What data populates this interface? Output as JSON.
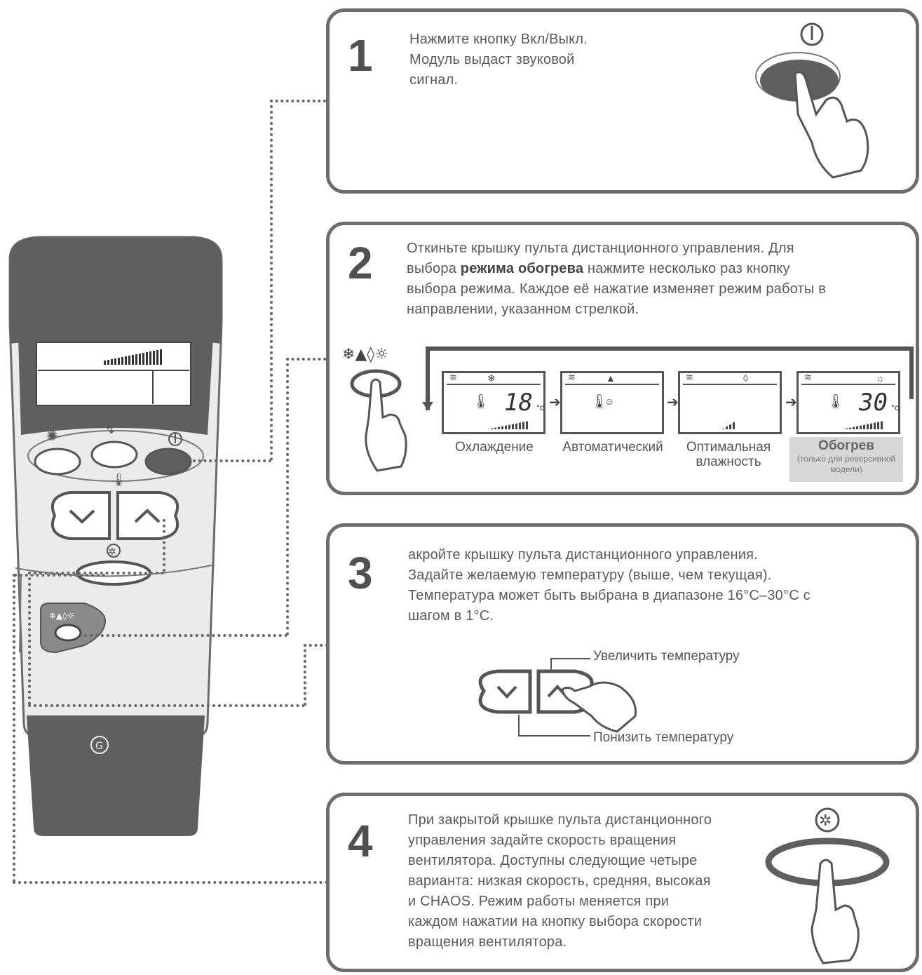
{
  "steps": [
    {
      "number": "1",
      "lines": [
        "Нажмите кнопку Вкл/Выкл.",
        "Модуль выдаст звуковой",
        "сигнал."
      ]
    },
    {
      "number": "2",
      "lines": [
        "Откиньте крышку пульта дистанционного управления. Для"
      ],
      "line2_before": "выбора ",
      "line2_bold": "режима обогрева",
      "line2_after": " нажмите несколько раз кнопку",
      "lines_after": [
        "выбора режима. Каждое её нажатие изменяет режим работы в",
        "направлении, указанном стрелкой."
      ]
    },
    {
      "number": "3",
      "lines": [
        "акройте крышку пульта дистанционного управления.",
        "Задайте желаемую температуру (выше, чем текущая).",
        "Температура может быть выбрана в диапазоне 16°C–30°C с",
        "шагом в 1°C."
      ]
    },
    {
      "number": "4",
      "lines": [
        "При закрытой крышке пульта дистанционного",
        "управления задайте скорость вращения",
        "вентилятора. Доступны следующие четыре",
        "варианта: низкая скорость, средняя, высокая",
        "и CHAOS. Режим работы меняется при",
        "каждом нажатии на кнопку выбора скорости",
        "вращения вентилятора."
      ]
    }
  ],
  "modes": [
    {
      "label": "Охлаждение",
      "digits": "18",
      "unit": "°c",
      "icon": "snowflake-icon"
    },
    {
      "label": "Автоматический",
      "digits": "",
      "unit": "",
      "icon": "auto-icon"
    },
    {
      "label": "Оптимальная",
      "label2": "влажность",
      "digits": "",
      "unit": "",
      "icon": "drop-icon"
    },
    {
      "label": "Обогрев",
      "note": "(только для реверсивной модели)",
      "digits": "30",
      "unit": "°c",
      "icon": "sun-icon"
    }
  ],
  "mode_symbols": "❄▲◊☼",
  "temp_labels": {
    "up": "Увеличить температуру",
    "down": "Понизить температуру"
  },
  "remote": {
    "lcd_bars": "fan-speed-bars",
    "brand_logo": "lg-logo"
  },
  "colors": {
    "frame": "#6d6d6d",
    "remote_dark": "#5f5f5f",
    "remote_light": "#e9e9e9"
  }
}
